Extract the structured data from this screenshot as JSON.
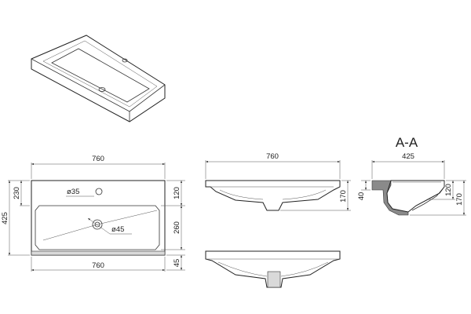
{
  "title": "A-A",
  "top_view": {
    "width": "760",
    "width_bottom": "760",
    "depth": "425",
    "depth_upper": "230",
    "right_top": "120",
    "right_mid": "260",
    "right_bottom": "45",
    "tap_hole": "ø35",
    "drain_hole": "ø45"
  },
  "front_view": {
    "width": "760",
    "height": "170"
  },
  "section_view": {
    "depth": "425",
    "rim": "40",
    "bowl": "120",
    "height": "170"
  }
}
